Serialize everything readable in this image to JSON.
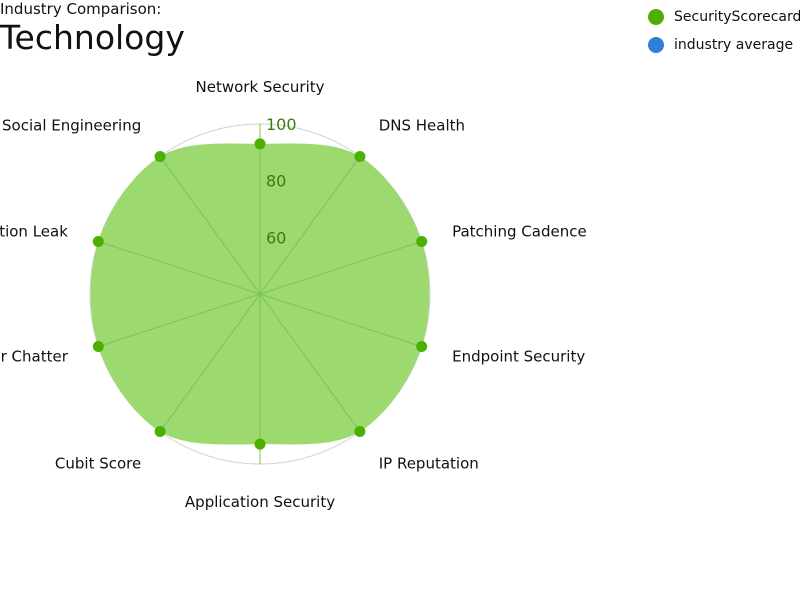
{
  "header": {
    "subtitle": "Industry Comparison:",
    "title": "Technology"
  },
  "legend": {
    "items": [
      {
        "label": "SecurityScorecard",
        "color": "#4cb000"
      },
      {
        "label": "industry average",
        "color": "#2e7fd6"
      }
    ]
  },
  "chart_data": {
    "type": "radar",
    "categories": [
      "Network Security",
      "DNS Health",
      "Patching Cadence",
      "Endpoint Security",
      "IP Reputation",
      "Application Security",
      "Cubit Score",
      "Hacker Chatter",
      "Information Leak",
      "Social Engineering"
    ],
    "series": [
      {
        "name": "SecurityScorecard",
        "color": "#4cb000",
        "fill": "#9cd96e",
        "values": [
          93,
          100,
          100,
          100,
          100,
          93,
          100,
          100,
          100,
          100
        ]
      }
    ],
    "range": [
      40,
      100
    ],
    "ticks": [
      60,
      80,
      100
    ],
    "grid": true
  }
}
